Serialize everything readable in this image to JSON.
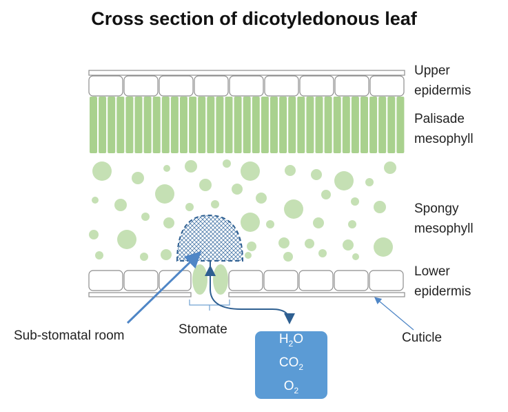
{
  "title": "Cross section of dicotyledonous leaf",
  "layers": {
    "upper_epidermis": [
      "Upper",
      "epidermis"
    ],
    "palisade": [
      "Palisade",
      "mesophyll"
    ],
    "spongy": [
      "Spongy",
      "mesophyll"
    ],
    "lower_epidermis": [
      "Lower",
      "epidermis"
    ]
  },
  "callouts": {
    "sub_stomatal_room": "Sub-stomatal room",
    "stomate": "Stomate",
    "cuticle": "Cuticle"
  },
  "gases": [
    {
      "base": "H",
      "sub": "2",
      "tail": "O"
    },
    {
      "base": "CO",
      "sub": "2",
      "tail": ""
    },
    {
      "base": "O",
      "sub": "2",
      "tail": ""
    }
  ],
  "colors": {
    "palisade_fill": "#a9d18e",
    "cell_fill": "#c5e0b4",
    "epidermis_stroke": "#8c8c8c",
    "stomate_stroke": "#2e5f91",
    "arrow": "#4f86c6",
    "gas_box": "#5b9bd5"
  }
}
